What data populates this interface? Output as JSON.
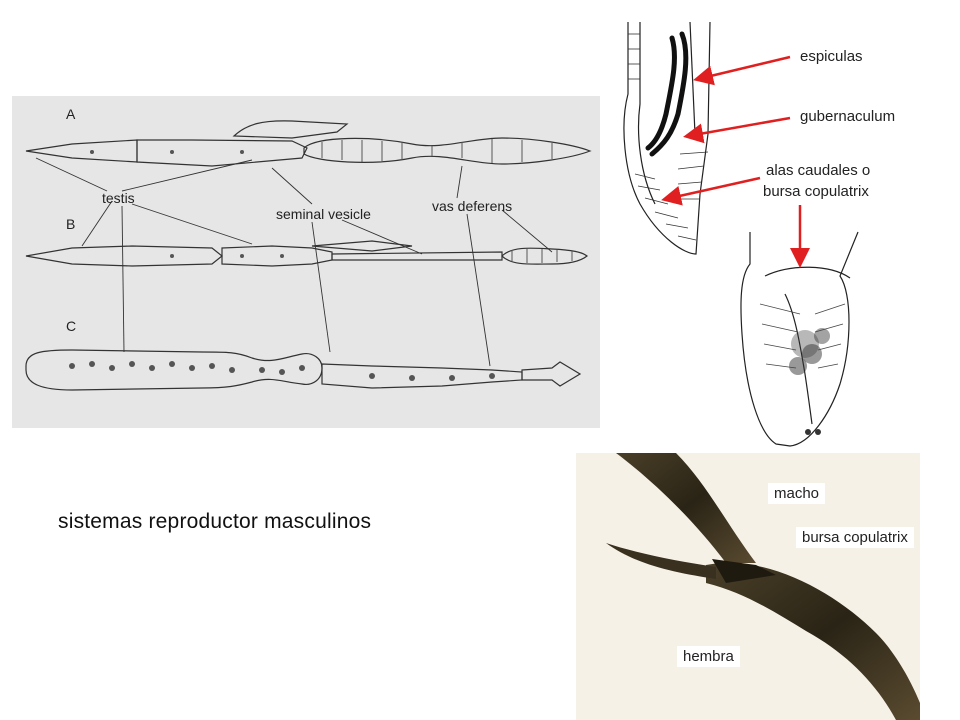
{
  "panel_left": {
    "rows": [
      "A",
      "B",
      "C"
    ],
    "labels": {
      "testis": "testis",
      "seminal_vesicle": "seminal vesicle",
      "vas_deferens": "vas deferens"
    }
  },
  "caption": "sistemas reproductor masculinos",
  "tail_labels": {
    "espiculas": "espiculas",
    "gubernaculum": "gubernaculum",
    "alas_line1": "alas caudales o",
    "alas_line2": "bursa copulatrix"
  },
  "photo_labels": {
    "macho": "macho",
    "bursa": "bursa copulatrix",
    "hembra": "hembra"
  },
  "colors": {
    "arrow": "#e02020",
    "panel_bg": "#e6e6e6",
    "photo_bg": "#f6f1e6",
    "worm": "#2e2718"
  }
}
